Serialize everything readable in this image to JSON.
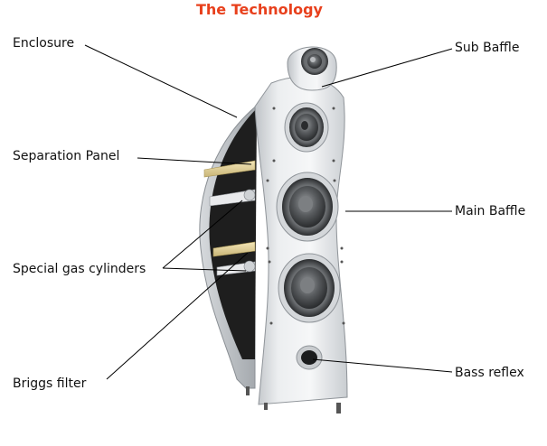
{
  "title": "The Technology",
  "colors": {
    "title": "#e8401c",
    "leader": "#000000"
  },
  "labels": {
    "enclosure": "Enclosure",
    "separation_panel": "Separation Panel",
    "special_gas_cylinders": "Special gas cylinders",
    "briggs_filter": "Briggs filter",
    "sub_baffle": "Sub Baffle",
    "main_baffle": "Main Baffle",
    "bass_reflex": "Bass reflex"
  }
}
